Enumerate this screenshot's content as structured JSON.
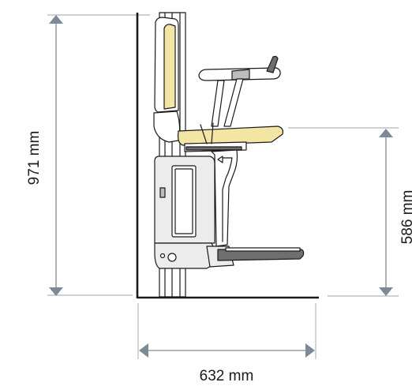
{
  "dimensions": {
    "height_total": "971 mm",
    "seat_height": "586 mm",
    "depth": "632 mm"
  },
  "colors": {
    "dimension": "#7d8a96",
    "outline": "#1a1a1a",
    "backrest_yellow": "#f3e5a4",
    "body_gray": "#ececec"
  }
}
